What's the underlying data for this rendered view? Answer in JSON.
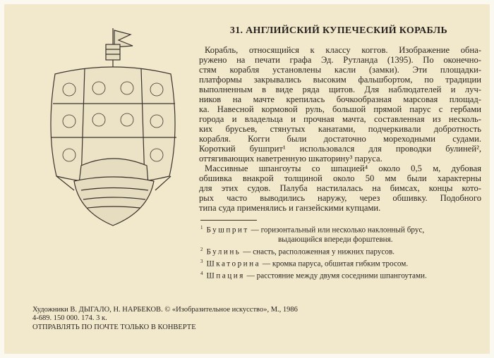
{
  "title": "31. АНГЛИЙСКИЙ КУПЕЧЕСКИЙ КОРАБЛЬ",
  "body_lines": [
    "Корабль, относящийся к классу коггов. Изображение обна-",
    "ружено на печати графа Эд. Рутланда (1395). По оконечно-",
    "стям корабля установлены касли (замки). Эти площадки-",
    "платформы закрывались высоким фальшбортом, по традиции",
    "выполненным в виде ряда щитов. Для наблюдателей и луч-",
    "ников на мачте крепилась бочкообразная марсовая площад-",
    "ка. Навесной кормовой руль, большой прямой парус с гербами",
    "города и владельца и прочная мачта, составленная из несколь-",
    "ких брусьев, стянутых канатами, подчеркивали добротность",
    "корабля. Когги были достаточно мореходными судами.",
    "Короткий бушприт¹ использовался для проводки булиней²,",
    "оттягивающих наветренную шкаторину³ паруса.",
    "Массивные шпангоуты со шпацией⁴ около 0,5 м, дубовая",
    "обшивка внакрой толщиной около 50 мм были характерны",
    "для этих судов. Палуба настилалась на бимсах, концы кото-",
    "рых часто выводились наружу, через обшивку. Подобного",
    "типа суда применялись и ганзейскими купцами."
  ],
  "footnotes": [
    {
      "num": "1",
      "term": "Бушприт",
      "text": " — горизонтальный или несколько наклонный брус,",
      "cont": "выдающийся впереди форштевня."
    },
    {
      "num": "2",
      "term": "Булинь",
      "text": " — снасть, расположенная у нижних парусов."
    },
    {
      "num": "3",
      "term": "Шкаторина",
      "text": " — кромка паруса, обшитая гибким тросом."
    },
    {
      "num": "4",
      "term": "Шпация",
      "text": " — расстояние между двумя соседними шпангоутами."
    }
  ],
  "credits": [
    "Художники В. ДЫГАЛО, Н. НАРБЕКОВ. © «Изобразительное искусство», М., 1986",
    "4-689. 150 000. 174. 3 к.",
    "ОТПРАВЛЯТЬ ПО ПОЧТЕ ТОЛЬКО В КОНВЕРТЕ"
  ]
}
